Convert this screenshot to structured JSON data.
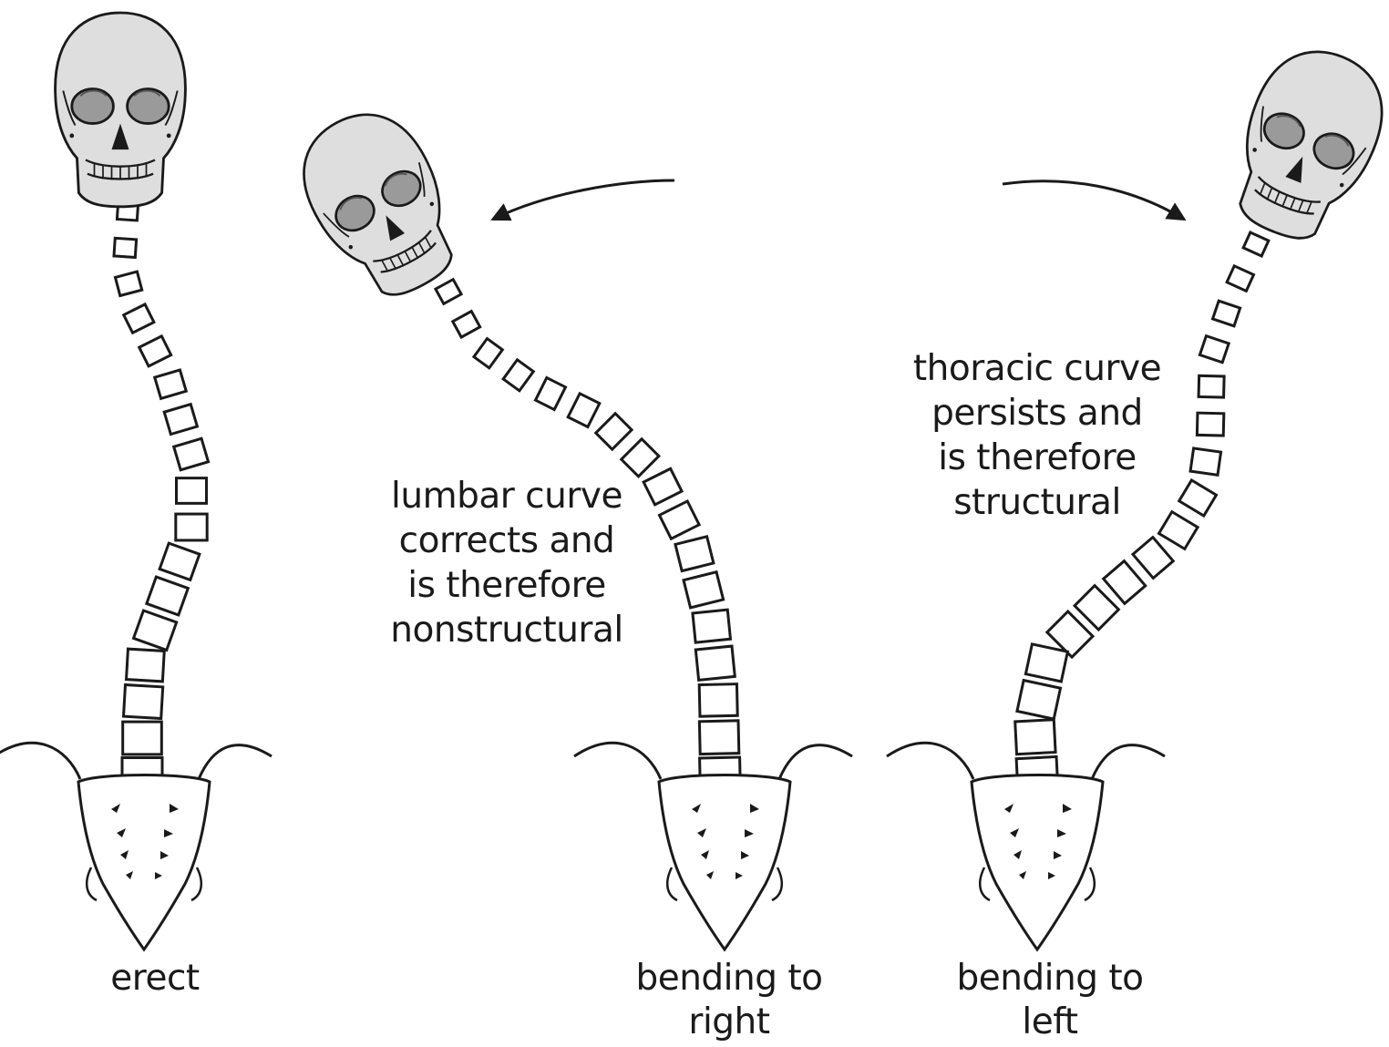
{
  "figures": [
    {
      "id": "erect",
      "caption_lines": [
        "erect"
      ]
    },
    {
      "id": "bending-right",
      "caption_lines": [
        "bending to",
        "right"
      ]
    },
    {
      "id": "bending-left",
      "caption_lines": [
        "bending to",
        "left"
      ]
    }
  ],
  "annotations": {
    "lumbar": [
      "lumbar curve",
      "corrects and",
      "is therefore",
      "nonstructural"
    ],
    "thoracic": [
      "thoracic curve",
      "persists and",
      "is therefore",
      "structural"
    ]
  },
  "colors": {
    "line": "#1a1a1a",
    "bone": "#dedede",
    "eye": "#9a9a9a",
    "paper": "#ffffff"
  },
  "icons": {
    "skull": "skull-icon",
    "sacrum": "sacrum-icon",
    "arrow": "curved-arrow-icon"
  }
}
